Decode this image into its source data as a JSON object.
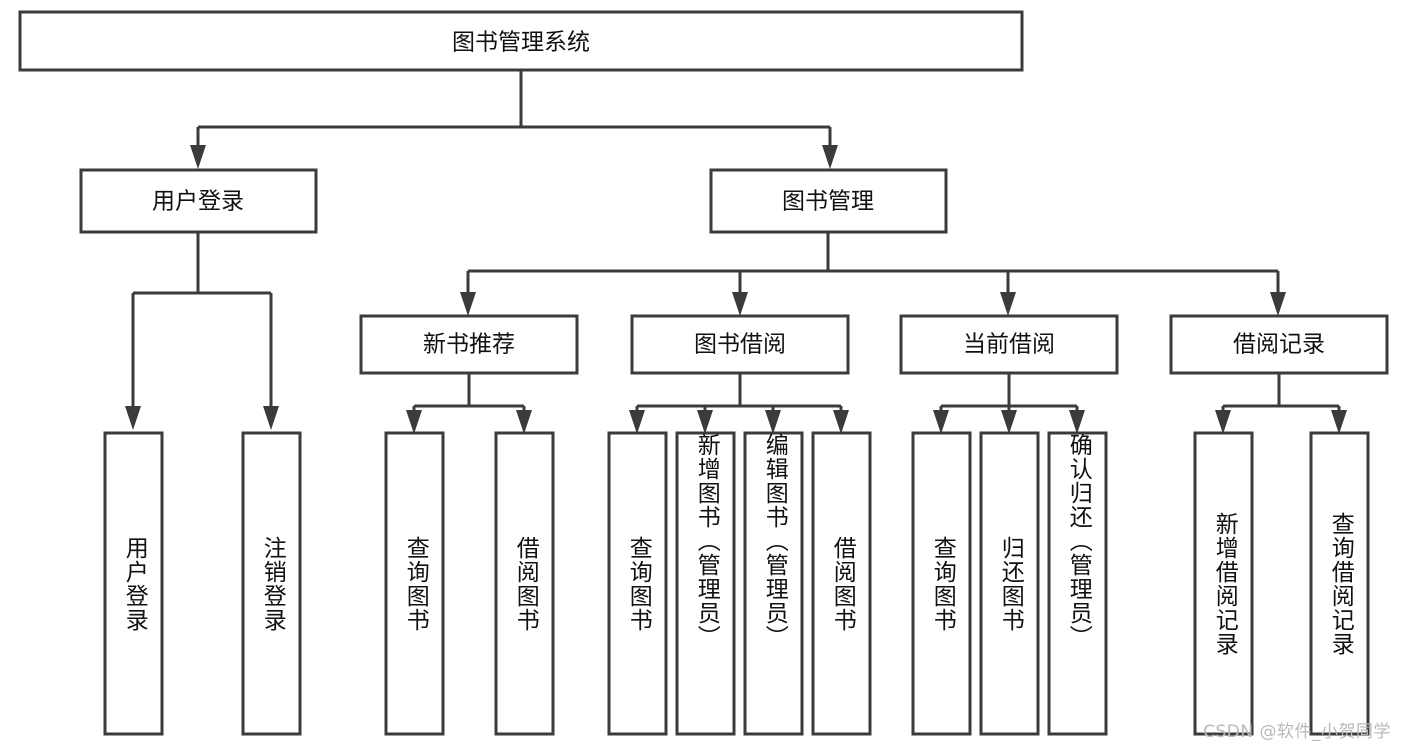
{
  "diagram": {
    "title": "图书管理系统",
    "type": "hierarchy-tree",
    "watermark": "CSDN @软件_小贺同学",
    "colors": {
      "stroke": "#3b3b3b",
      "fill": "#ffffff",
      "text": "#111111",
      "watermark": "#b9b9b9",
      "background": "#ffffff"
    },
    "root": {
      "label": "图书管理系统"
    },
    "level2": [
      {
        "label": "用户登录"
      },
      {
        "label": "图书管理"
      }
    ],
    "level3": [
      {
        "label": "新书推荐"
      },
      {
        "label": "图书借阅"
      },
      {
        "label": "当前借阅"
      },
      {
        "label": "借阅记录"
      }
    ],
    "leaves": {
      "user_login": [
        {
          "label": "用户登录"
        },
        {
          "label": "注销登录"
        }
      ],
      "new_book_recommend": [
        {
          "label": "查询图书"
        },
        {
          "label": "借阅图书"
        }
      ],
      "book_borrow": [
        {
          "label": "查询图书"
        },
        {
          "label": "新增图书（管理员）"
        },
        {
          "label": "编辑图书（管理员）"
        },
        {
          "label": "借阅图书"
        }
      ],
      "current_borrow": [
        {
          "label": "查询图书"
        },
        {
          "label": "归还图书"
        },
        {
          "label": "确认归还（管理员）"
        }
      ],
      "borrow_record": [
        {
          "label": "新增借阅记录"
        },
        {
          "label": "查询借阅记录"
        }
      ]
    }
  }
}
